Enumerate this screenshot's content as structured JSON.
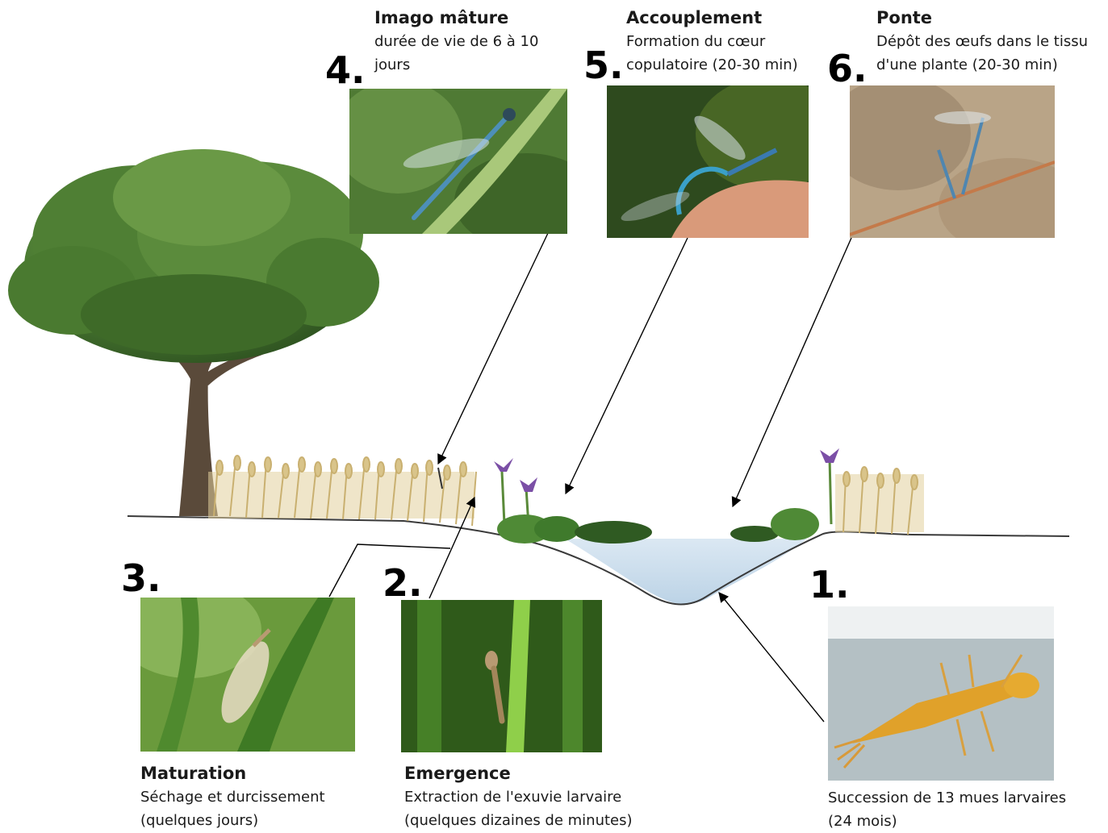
{
  "stages": [
    {
      "number": "1.",
      "title": "",
      "desc_line1": "Succession de 13 mues larvaires",
      "desc_line2": "(24 mois)",
      "photo_icon": "larva-photo-icon"
    },
    {
      "number": "2.",
      "title": "Emergence",
      "desc_line1": "Extraction de l'exuvie larvaire",
      "desc_line2": "(quelques dizaines de minutes)",
      "photo_icon": "emerging-damselfly-photo-icon"
    },
    {
      "number": "3.",
      "title": "Maturation",
      "desc_line1": "Séchage et durcissement",
      "desc_line2": "(quelques jours)",
      "photo_icon": "teneral-damselfly-photo-icon"
    },
    {
      "number": "4.",
      "title": "Imago mâture",
      "desc_line1": "durée de vie de  6 à 10",
      "desc_line2": "jours",
      "photo_icon": "blue-damselfly-photo-icon"
    },
    {
      "number": "5.",
      "title": "Accouplement",
      "desc_line1": "Formation du cœur",
      "desc_line2": "copulatoire (20-30 min)",
      "photo_icon": "mating-damselflies-photo-icon"
    },
    {
      "number": "6.",
      "title": "Ponte",
      "desc_line1": "Dépôt des œufs dans le tissu",
      "desc_line2": "d'une plante (20-30 min)",
      "photo_icon": "egg-laying-damselflies-photo-icon"
    }
  ],
  "scene_icons": [
    "tree-icon",
    "reed-grass-icon",
    "iris-flower-icon",
    "pond-icon",
    "water-plant-icon"
  ],
  "colors": {
    "pond_water": "#cfe0ee",
    "reeds": "#d9c48a",
    "foliage": "#3f6a2c",
    "iris": "#7b4fa6",
    "arrow": "#000000"
  }
}
